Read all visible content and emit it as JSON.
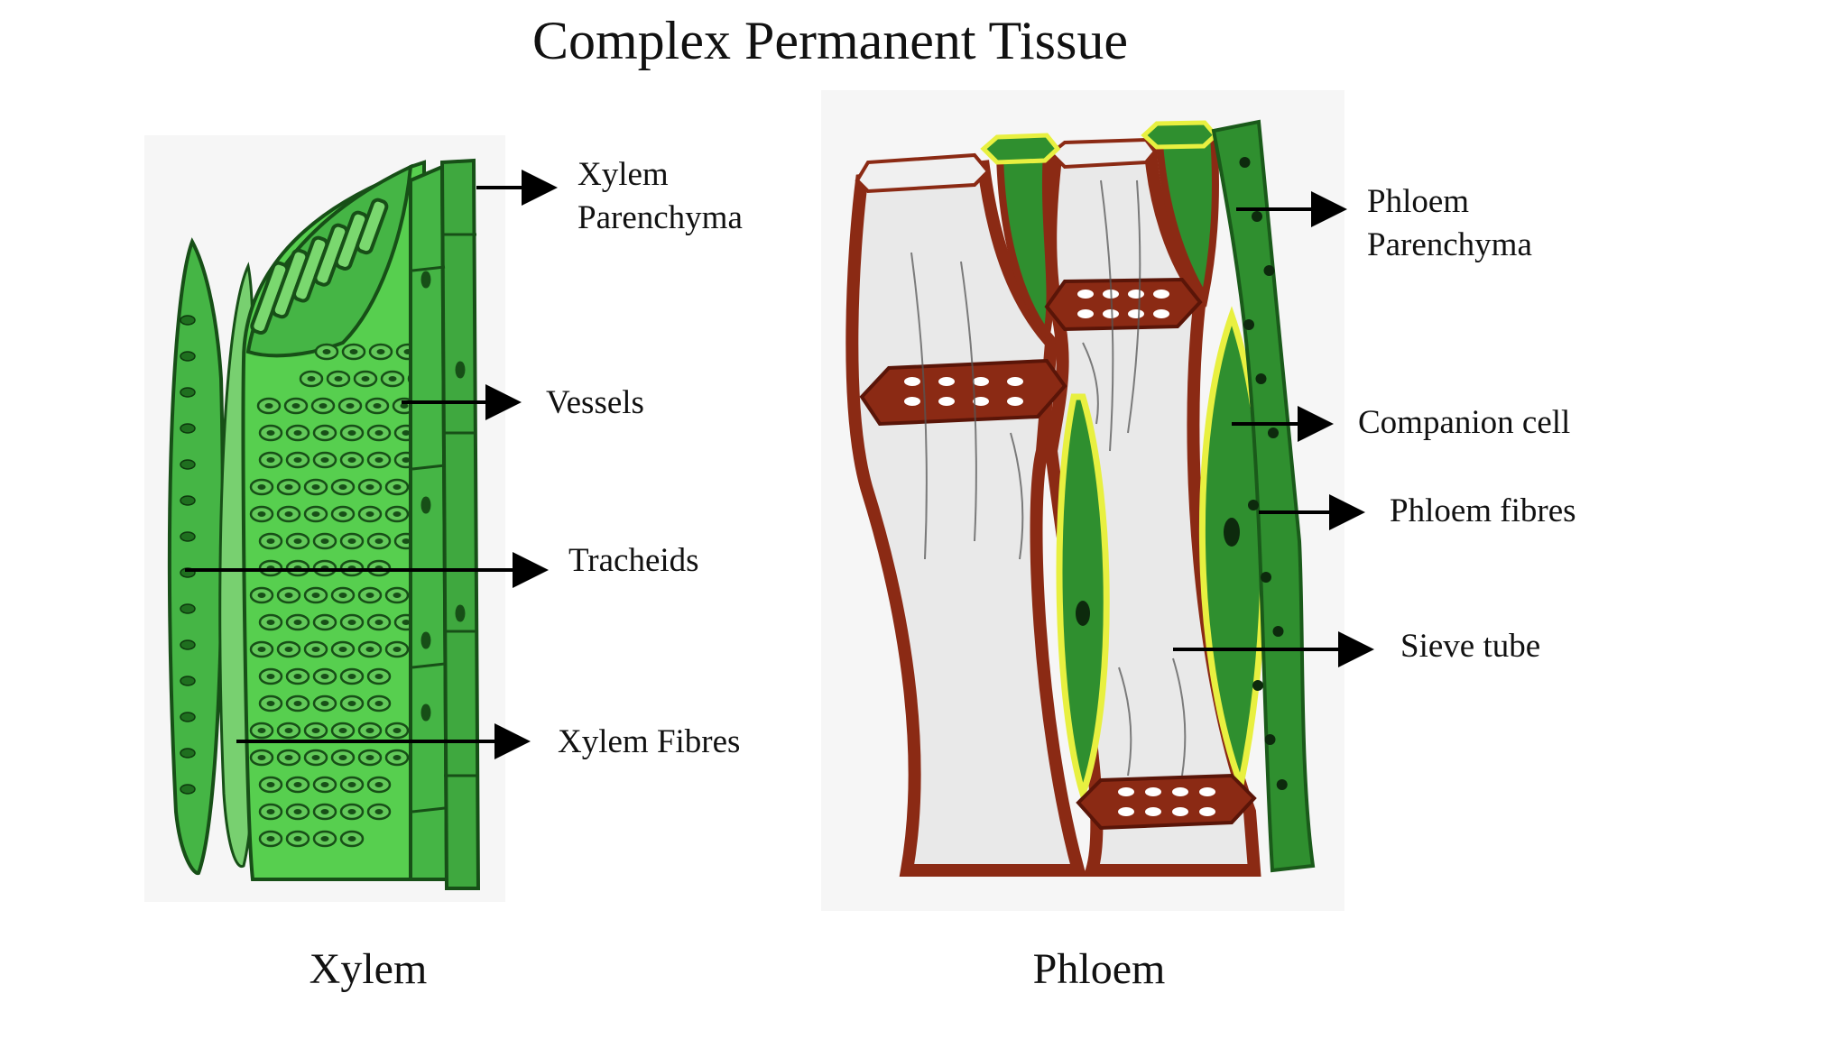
{
  "title": "Complex Permanent Tissue",
  "xylem": {
    "caption": "Xylem",
    "labels": {
      "parenchyma_line1": "Xylem",
      "parenchyma_line2": "Parenchyma",
      "vessels": "Vessels",
      "tracheids": "Tracheids",
      "fibres": "Xylem Fibres"
    }
  },
  "phloem": {
    "caption": "Phloem",
    "labels": {
      "parenchyma_line1": "Phloem",
      "parenchyma_line2": "Parenchyma",
      "companion": "Companion cell",
      "fibres": "Phloem fibres",
      "sieve": "Sieve tube"
    }
  },
  "colors": {
    "xylem_green": "#45b545",
    "xylem_bright": "#57cf4f",
    "xylem_outline": "#174f17",
    "phloem_wall": "#8b2a14",
    "phloem_wall_dark": "#5a1508",
    "phloem_green": "#2f8f2f",
    "phloem_yellow": "#e8f040",
    "phloem_lumen": "#e9e9e9"
  }
}
